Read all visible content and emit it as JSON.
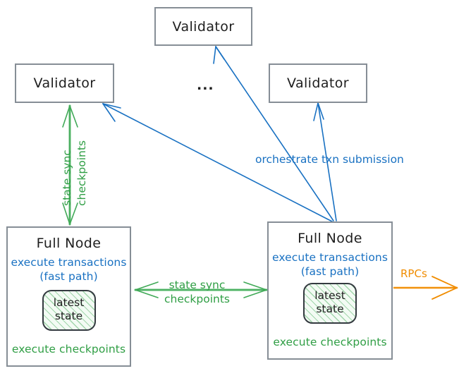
{
  "diagram": {
    "title": "Sui validator and full node topology",
    "colors": {
      "box_border": "#868e96",
      "text": "#1e1e1e",
      "blue": "#1971c2",
      "green": "#2f9e44",
      "orange": "#f08c00",
      "state_fill": "#f3fbf4"
    }
  },
  "validators": [
    {
      "id": "validator-top",
      "label": "Validator"
    },
    {
      "id": "validator-left",
      "label": "Validator"
    },
    {
      "id": "validator-right",
      "label": "Validator"
    }
  ],
  "ellipsis": "...",
  "full_nodes": [
    {
      "id": "full-node-left",
      "title": "Full Node",
      "execute_line1": "execute transactions",
      "execute_line2": "(fast path)",
      "state_line1": "latest",
      "state_line2": "state",
      "checkpoints": "execute checkpoints"
    },
    {
      "id": "full-node-right",
      "title": "Full Node",
      "execute_line1": "execute transactions",
      "execute_line2": "(fast path)",
      "state_line1": "latest",
      "state_line2": "state",
      "checkpoints": "execute checkpoints"
    }
  ],
  "edge_labels": {
    "orchestrate": "orchestrate txn submission",
    "state_sync_vertical_line1": "state sync",
    "state_sync_vertical_line2": "checkpoints",
    "state_sync_horizontal_line1": "state sync",
    "state_sync_horizontal_line2": "checkpoints",
    "rpcs": "RPCs"
  }
}
